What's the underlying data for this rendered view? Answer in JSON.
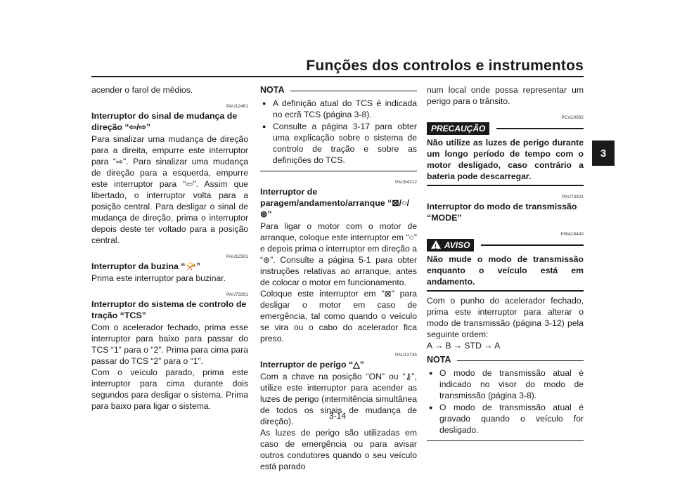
{
  "header": {
    "title": "Funções dos controlos e instrumentos",
    "chapter": "3",
    "page": "3-14"
  },
  "col1": {
    "intro": "acender o farol de médios.",
    "s1": {
      "code": "PAU12461",
      "heading": "Interruptor do sinal de mudança de direção “⇦/⇨”",
      "body": "Para sinalizar uma mudança de direção para a direita, empurre este interruptor para “⇨”. Para sinalizar uma mudança de direção para a esquerda, empurre este interruptor para “⇦”. Assim que libertado, o interruptor volta para a posição central. Para desligar o sinal de mudança de direção, prima o interruptor depois deste ter voltado para a posição central."
    },
    "s2": {
      "code": "PAU12501",
      "heading": "Interruptor da buzina “📯”",
      "body": "Prima este interruptor para buzinar."
    },
    "s3": {
      "code": "PAU73391",
      "heading": "Interruptor do sistema de controlo de tração “TCS”",
      "body1": "Com o acelerador fechado, prima esse interruptor para baixo para passar do TCS “1” para o “2”. Prima para cima para passar do TCS “2” para o “1”.",
      "body2": "Com o veículo parado, prima este interruptor para cima durante dois segundos para desligar o sistema. Prima para baixo para ligar o sistema."
    }
  },
  "col2": {
    "nota": {
      "label": "NOTA",
      "items": [
        "A definição atual do TCS é indicada no ecrã TCS (página 3-8).",
        "Consulte a página 3-17 para obter uma explicação sobre o sistema de controlo de tração e sobre as definições do TCS."
      ]
    },
    "s1": {
      "code": "PAU54212",
      "heading": "Interruptor de paragem/andamento/arranque “⊠/○/⊛”",
      "body1": "Para ligar o motor com o motor de arranque, coloque este interruptor em “○” e depois prima o interruptor em direção a “⊛”. Consulte a página 5-1 para obter instruções relativas ao arranque, antes de colocar o motor em funcionamento.",
      "body2": "Coloque este interruptor em “⊠” para desligar o motor em caso de emergência, tal como quando o veículo se vira ou o cabo do acelerador fica preso."
    },
    "s2": {
      "code": "PAU12735",
      "heading": "Interruptor de perigo “△”",
      "body1": "Com a chave na posição “ON” ou “⚷”, utilize este interruptor para acender as luzes de perigo (intermitência simultânea de todos os sinais de mudança de direção).",
      "body2": "As luzes de perigo são utilizadas em caso de emergência ou para avisar outros condutores quando o seu veículo está parado"
    }
  },
  "col3": {
    "intro": "num local onde possa representar um perigo para o trânsito.",
    "precaucao": {
      "code": "PCA10062",
      "label": "PRECAUÇÃO",
      "text": "Não utilize as luzes de perigo durante um longo período de tempo com o motor desligado, caso contrário a bateria pode descarregar."
    },
    "s1": {
      "code": "PAU73321",
      "heading": "Interruptor do modo de transmissão “MODE”"
    },
    "aviso": {
      "code": "PWA18440",
      "label": "AVISO",
      "text": "Não mude o modo de transmissão enquanto o veículo está em andamento."
    },
    "body": "Com o punho do acelerador fechado, prima este interruptor para alterar o modo de transmissão (página 3-12) pela seguinte ordem:",
    "sequence": "A → B → STD → A",
    "nota": {
      "label": "NOTA",
      "items": [
        "O modo de transmissão atual é indicado no visor do modo de transmissão (página 3-8).",
        "O modo de transmissão atual é gravado quando o veículo for desligado."
      ]
    }
  }
}
